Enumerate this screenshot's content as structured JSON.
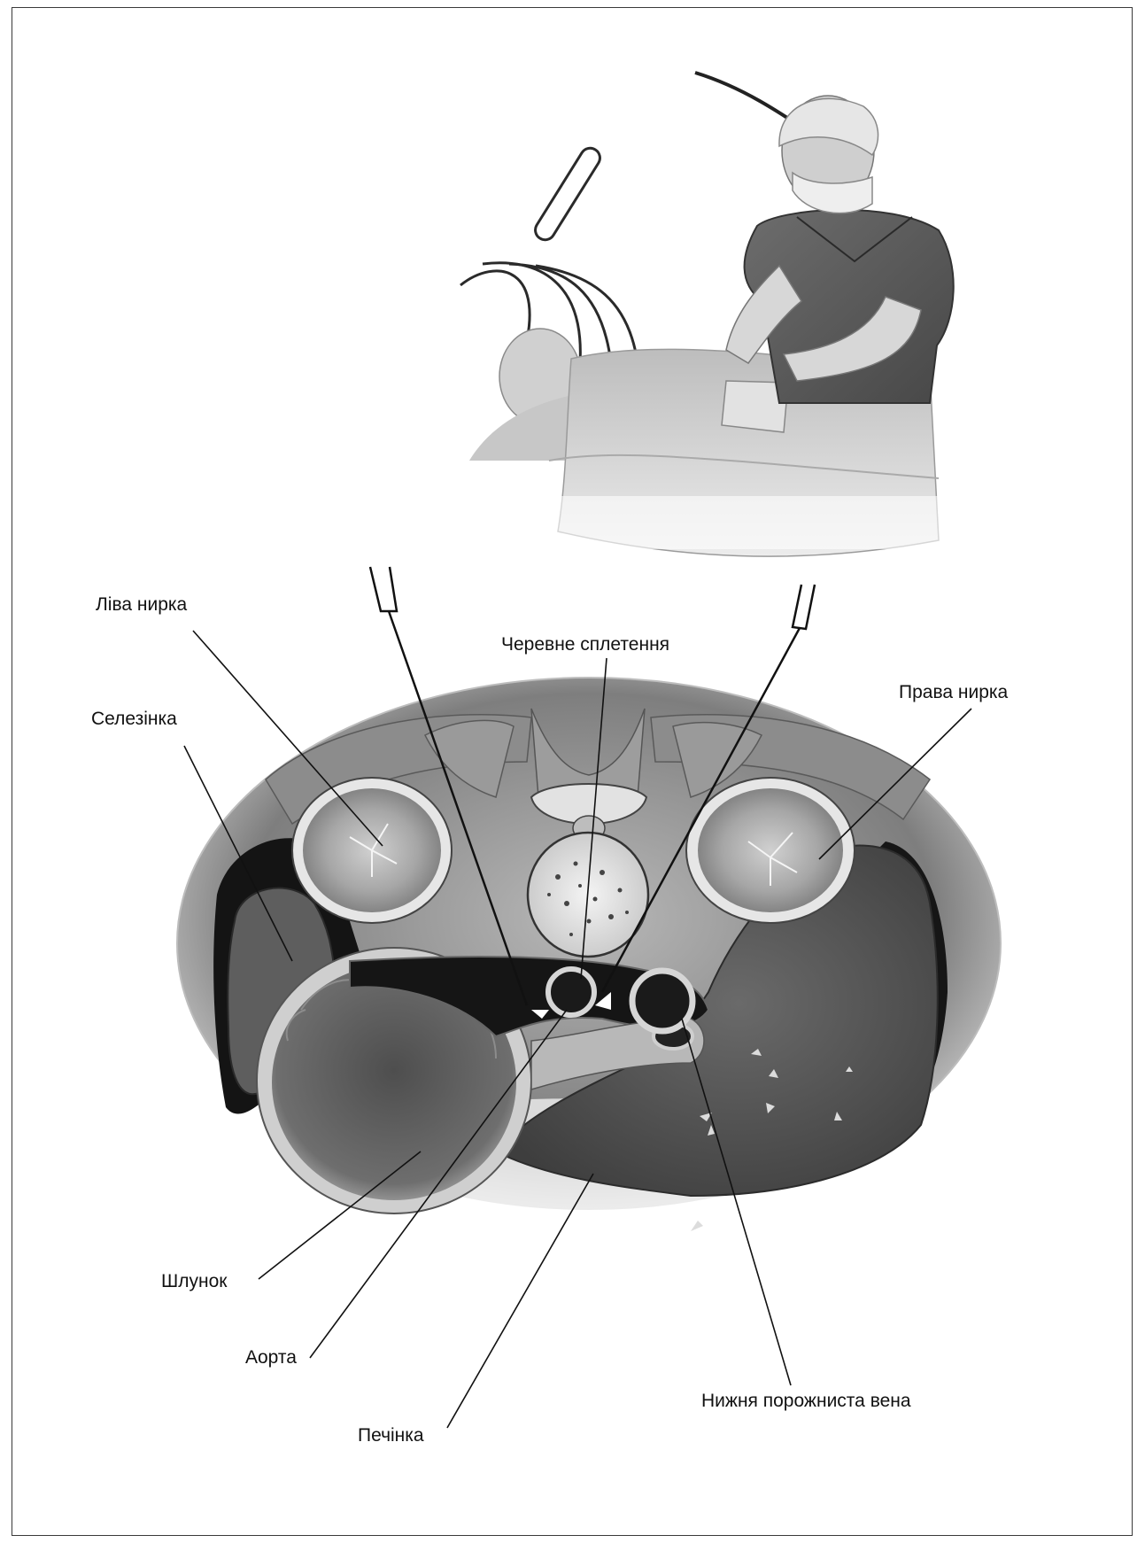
{
  "labels": {
    "left_kidney": "Ліва нирка",
    "spleen": "Селезінка",
    "celiac_plexus": "Черевне сплетення",
    "right_kidney": "Права нирка",
    "stomach": "Шлунок",
    "aorta": "Аорта",
    "liver": "Печінка",
    "ivc": "Нижня порожниста вена"
  },
  "colors": {
    "frame": "#3a3a3a",
    "line": "#111111",
    "muscle": "#8a8a8a",
    "liver": "#5a5a5a",
    "dark_cavity": "#161616",
    "bone": "#efefef"
  }
}
